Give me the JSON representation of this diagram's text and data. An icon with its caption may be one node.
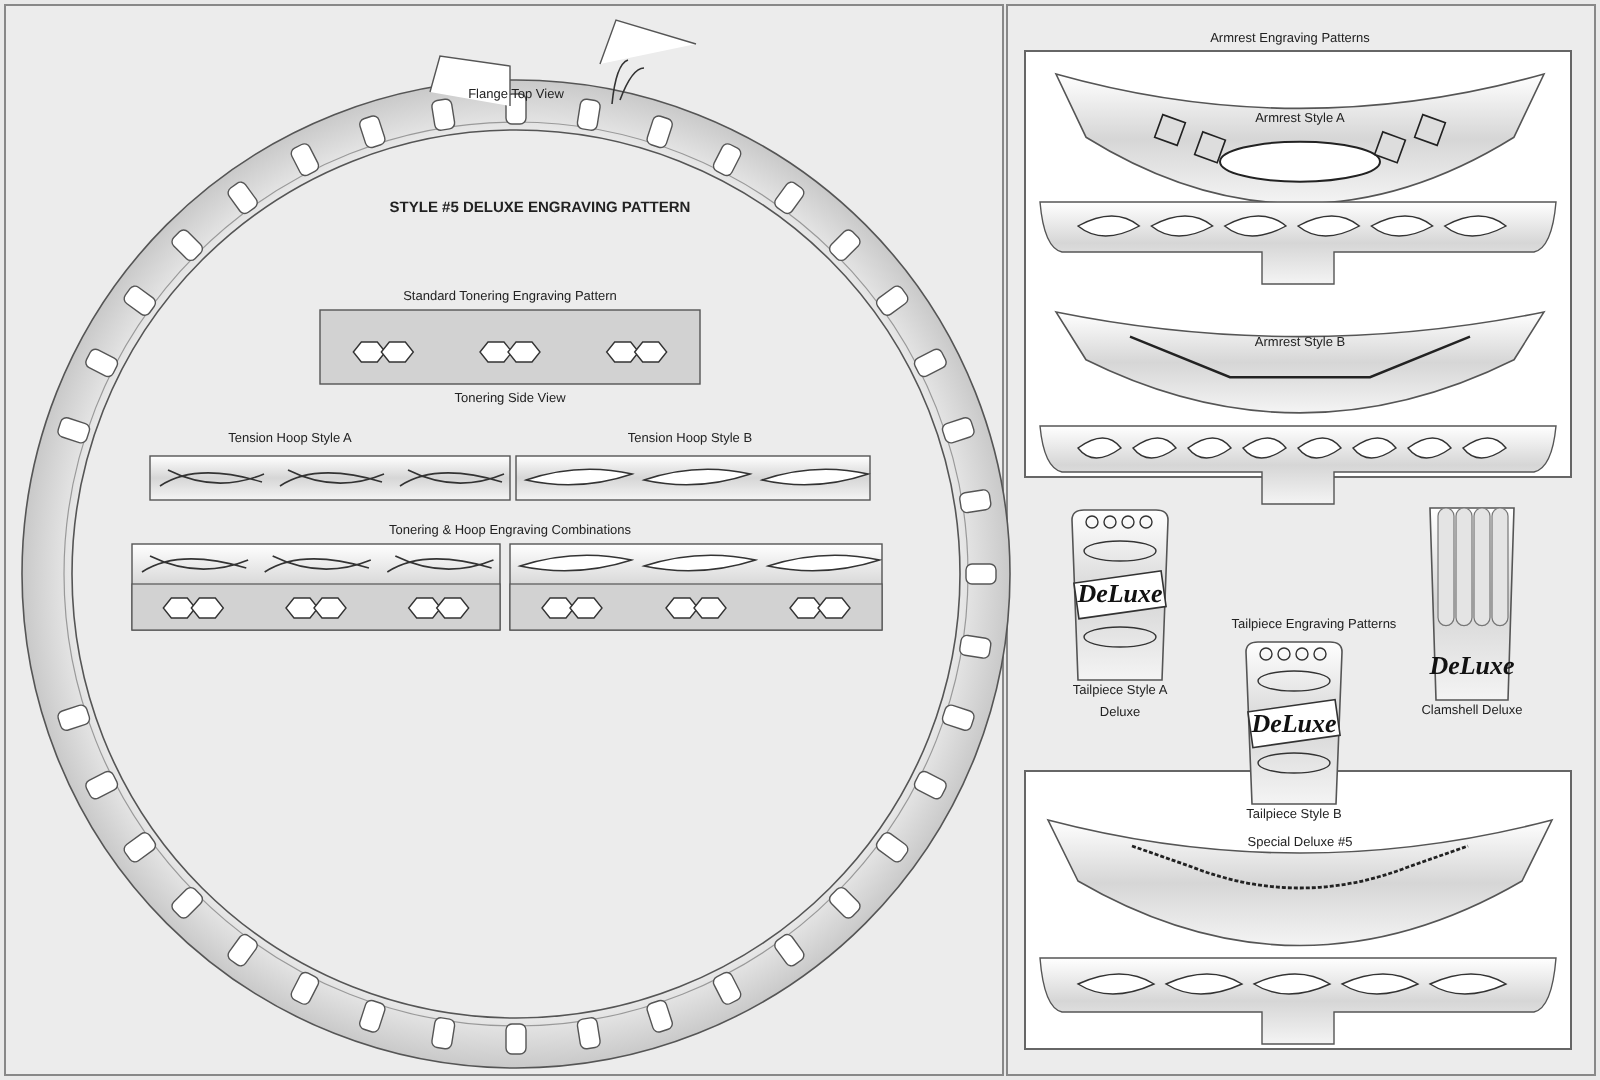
{
  "diagram": {
    "title": "STYLE #5 DELUXE ENGRAVING PATTERN",
    "nodes": [
      {
        "text": [
          "Armrest Engraving Patterns"
        ]
      },
      {
        "text": [
          "Armrest Style A"
        ],
        "in": 0
      },
      {
        "text": [
          "Armrest Style B"
        ],
        "in": 0
      },
      {
        "text": [
          "DeLuxe"
        ],
        "beside": [
          "Tailpiece Style A",
          "Deluxe"
        ]
      },
      {
        "text": [
          "DeLuxe"
        ],
        "beside": [
          "Tailpiece Style B"
        ]
      },
      {
        "text": [
          "DeLuxe"
        ],
        "beside": [
          "Clamshell Deluxe"
        ]
      },
      {
        "text": [],
        "shape": "box"
      },
      {
        "text": [
          "Special Deluxe #5"
        ],
        "in": 6
      }
    ],
    "labels": [
      "Flange Top View",
      "Standard Tonering Engraving Pattern",
      "Tonering Side View",
      "Tension Hoop Style A",
      "Tension Hoop Style B",
      "Tonering & Hoop Engraving Combinations",
      "Tailpiece Engraving Patterns"
    ]
  }
}
